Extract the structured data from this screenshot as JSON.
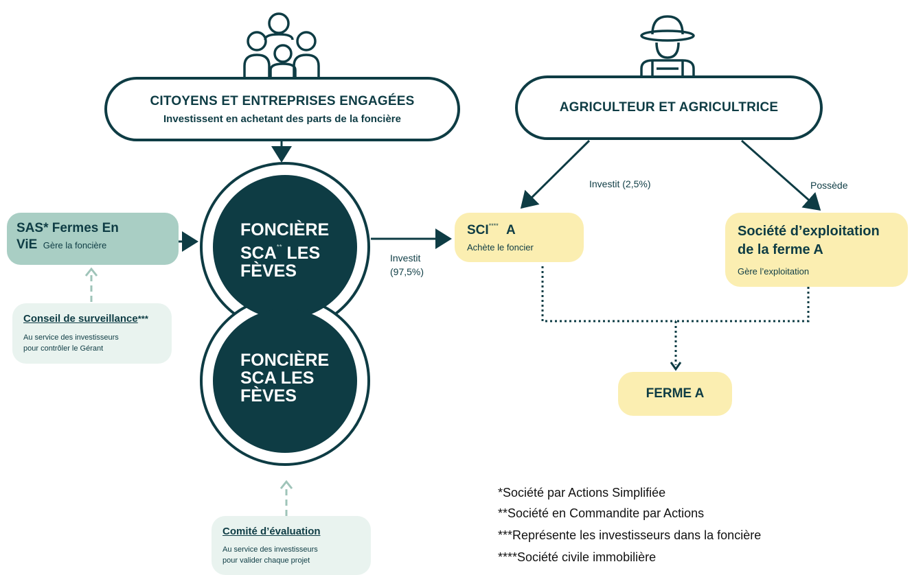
{
  "citizens": {
    "title": "CITOYENS ET ENTREPRISES ENGAGÉES",
    "subtitle": "Investissent en achetant des parts de la foncière",
    "icon": "group-people-icon"
  },
  "farmer": {
    "title": "AGRICULTEUR ET AGRICULTRICE",
    "icon": "farmer-hat-icon"
  },
  "sas": {
    "title_line1": "SAS* Fermes En",
    "title_line2": "ViE",
    "subtitle": "Gère la foncière"
  },
  "conseil": {
    "title": "Conseil de surveillance",
    "title_mark": "***",
    "desc_line1": "Au service des investisseurs",
    "desc_line2": "pour contrôler le Gérant"
  },
  "comite": {
    "title": "Comité d’évaluation",
    "desc_line1": "Au service des investisseurs",
    "desc_line2": "pour valider chaque projet"
  },
  "fonciere_top": {
    "line1": "FONCIÈRE",
    "line2": "SCA",
    "line2_mark": "**",
    "line2_end": " LES",
    "line3": "FÈVES"
  },
  "fonciere_bottom": {
    "line1": "FONCIÈRE",
    "line2": "SCA LES",
    "line3": "FÈVES"
  },
  "sci": {
    "title": "SCI",
    "title_mark": "****",
    "title_end": "A",
    "subtitle": "Achète le foncier"
  },
  "exploitation": {
    "title_line1": "Société d’exploitation",
    "title_line2": "de la ferme A",
    "subtitle": "Gère l’exploitation"
  },
  "ferme": {
    "title": "FERME A"
  },
  "edges": {
    "investit_left_line1": "Investit",
    "investit_left_line2": "(97,5%)",
    "investit_right": "Investit (2,5%)",
    "possede": "Possède"
  },
  "footnotes": [
    "*Société par Actions Simplifiée",
    "**Société en Commandite par Actions",
    "***Représente les investisseurs dans la foncière",
    "****Société civile immobilière"
  ],
  "colors": {
    "dark_teal": "#0e3c44",
    "sage": "#a9cec4",
    "mint": "#e9f3ef",
    "butter": "#fbeeb1"
  }
}
